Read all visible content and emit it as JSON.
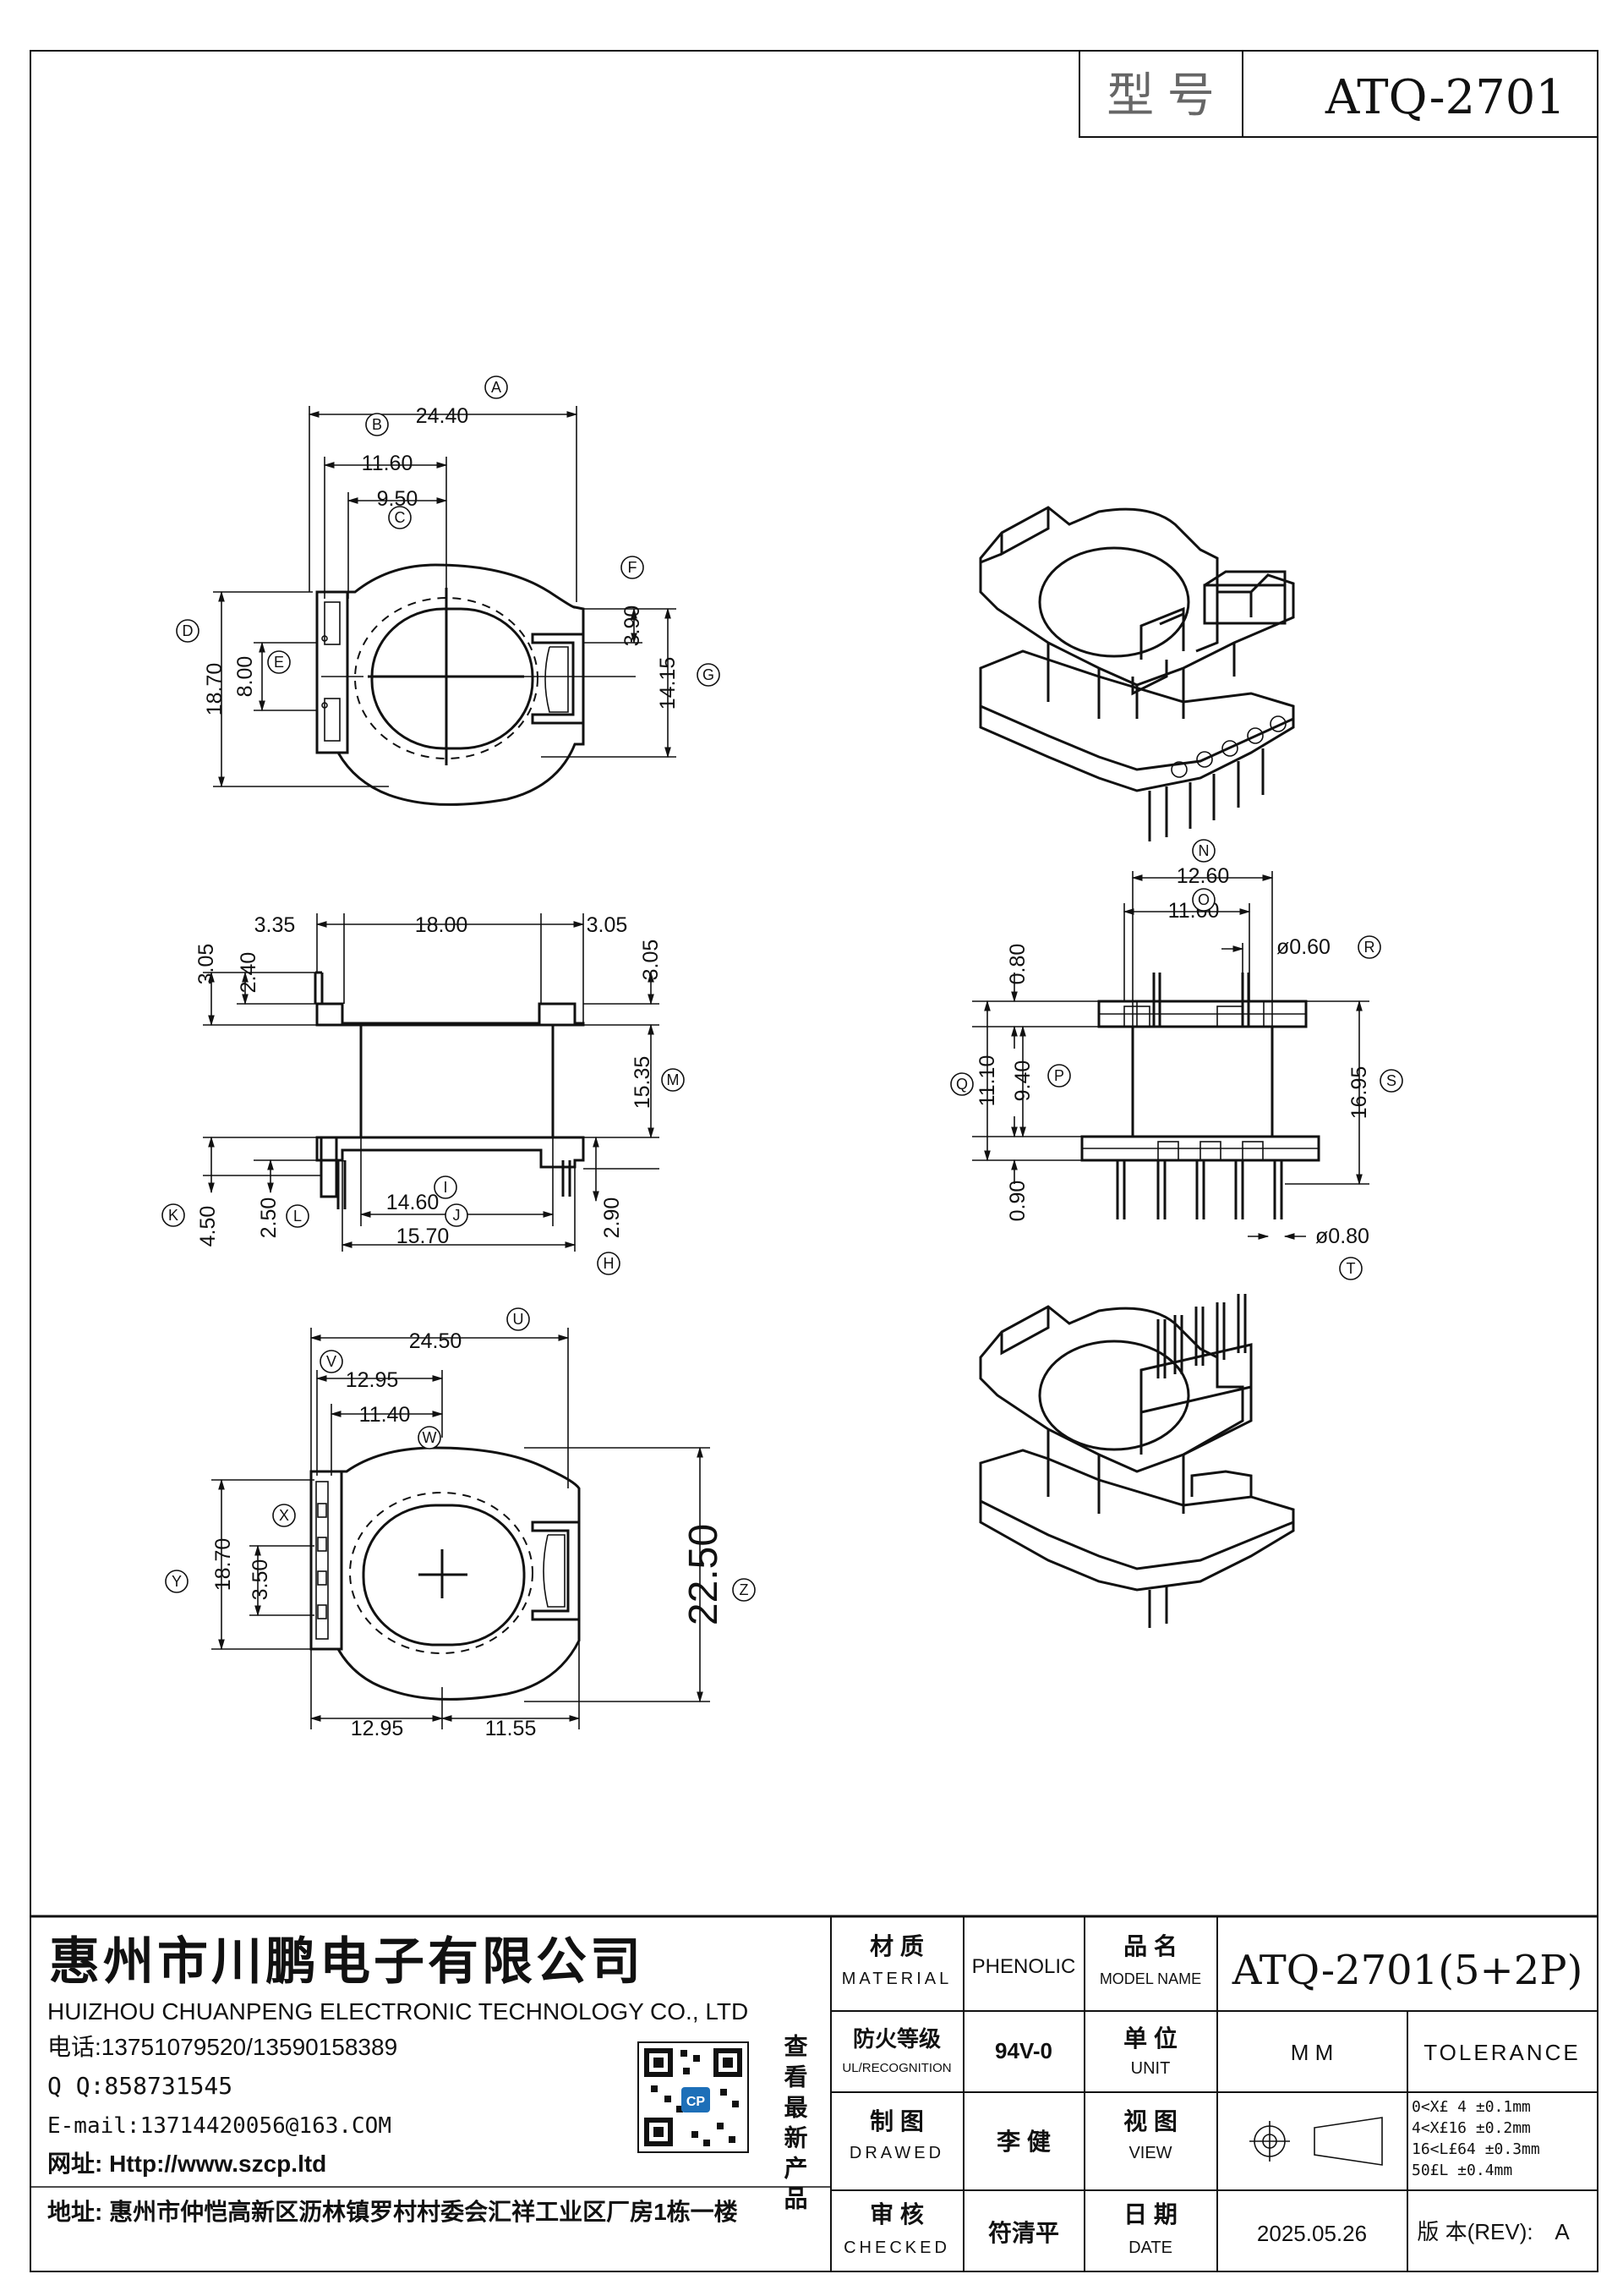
{
  "header": {
    "model_label": "型 号",
    "model_value": "ATQ-2701"
  },
  "views": {
    "top": {
      "dims": [
        "24.40",
        "11.60",
        "9.50",
        "18.70",
        "8.00",
        "3.90",
        "14.15"
      ],
      "labels": [
        "A",
        "B",
        "C",
        "D",
        "E",
        "F",
        "G"
      ]
    },
    "front": {
      "dims": [
        "3.35",
        "18.00",
        "3.05",
        "3.05",
        "2.40",
        "3.05",
        "15.35",
        "4.50",
        "2.50",
        "14.60",
        "15.70",
        "2.90"
      ],
      "labels": [
        "K",
        "L",
        "I",
        "J",
        "H",
        "M"
      ]
    },
    "side": {
      "dims": [
        "12.60",
        "11.60",
        "ø0.60",
        "0.80",
        "11.10",
        "9.40",
        "16.95",
        "0.90",
        "ø0.80"
      ],
      "labels": [
        "N",
        "O",
        "R",
        "Q",
        "P",
        "S",
        "T"
      ]
    },
    "bottom": {
      "dims": [
        "24.50",
        "12.95",
        "11.40",
        "18.70",
        "3.50",
        "22.50",
        "12.95",
        "11.55"
      ],
      "labels": [
        "U",
        "V",
        "W",
        "X",
        "Y",
        "Z"
      ]
    }
  },
  "company": {
    "name_cn": "惠州市川鹏电子有限公司",
    "name_en": "HUIZHOU CHUANPENG ELECTRONIC TECHNOLOGY CO., LTD",
    "phone": "电话:13751079520/13590158389",
    "qq": "Q Q:858731545",
    "email": "E-mail:13714420056@163.COM",
    "website": "网址: Http://www.szcp.ltd",
    "address": "地址: 惠州市仲恺高新区沥林镇罗村村委会汇祥工业区厂房1栋一楼",
    "qr_caption": "查看最新产品",
    "qr_logo": "CP"
  },
  "title_block": {
    "material_label_cn": "材 质",
    "material_label_en": "MATERIAL",
    "material_value": "PHENOLIC",
    "ul_label_cn": "防火等级",
    "ul_label_en": "UL/RECOGNITION",
    "ul_value": "94V-0",
    "drawn_label_cn": "制 图",
    "drawn_label_en": "DRAWED",
    "drawn_value": "李 健",
    "checked_label_cn": "审 核",
    "checked_label_en": "CHECKED",
    "checked_value": "符清平",
    "model_label_cn": "品 名",
    "model_label_en": "MODEL NAME",
    "model_value": "ATQ-2701(5+2P)",
    "unit_label_cn": "单 位",
    "unit_label_en": "UNIT",
    "unit_value": "M M",
    "tolerance_label": "TOLERANCE",
    "view_label_cn": "视 图",
    "view_label_en": "VIEW",
    "date_label_cn": "日 期",
    "date_label_en": "DATE",
    "date_value": "2025.05.26",
    "rev_label": "版 本(REV):",
    "rev_value": "A",
    "tolerances": [
      "0<X£ 4    ±0.1mm",
      "4<X£16   ±0.2mm",
      "16<L£64 ±0.3mm",
      "50£L       ±0.4mm"
    ]
  }
}
